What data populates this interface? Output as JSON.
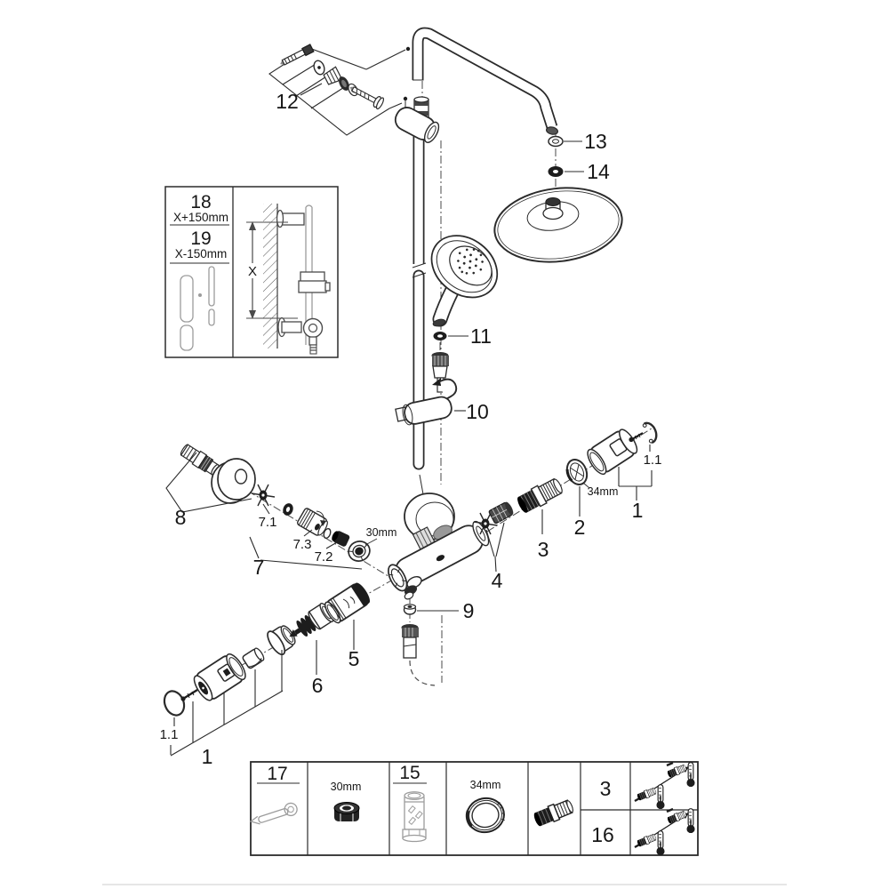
{
  "diagram_type": "exploded-parts-diagram",
  "callouts": {
    "p1": "1",
    "p1_1": "1.1",
    "p1b": "1",
    "p1_1b": "1.1",
    "p2": "2",
    "p3": "3",
    "p4": "4",
    "p5": "5",
    "p6": "6",
    "p7": "7",
    "p7_1": "7.1",
    "p7_2": "7.2",
    "p7_3": "7.3",
    "p8": "8",
    "p9": "9",
    "p10": "10",
    "p11": "11",
    "p12": "12",
    "p13": "13",
    "p14": "14"
  },
  "dimensions": {
    "d30": "30mm",
    "d34": "34mm"
  },
  "inset": {
    "p18": "18",
    "p18_dim": "X+150mm",
    "p19": "19",
    "p19_dim": "X-150mm",
    "x_label": "X"
  },
  "table": {
    "wrench_label": "17",
    "nut_label": "30mm",
    "tool_label": "15",
    "ring_label": "34mm",
    "row_top_label": "3",
    "row_bottom_label": "16",
    "icons": [
      "open-end-wrench-icon",
      "nut-30mm-icon",
      "mounting-sleeve-tool-icon",
      "ring-34mm-icon",
      "check-valve-icon",
      "check-valve-thermometer-icon",
      "check-valve-thermometer-icon"
    ]
  },
  "colors": {
    "line": "#2b2b2b",
    "dark_fill": "#1d1d1d",
    "light_gray": "#9c9c9c",
    "background": "#ffffff"
  }
}
